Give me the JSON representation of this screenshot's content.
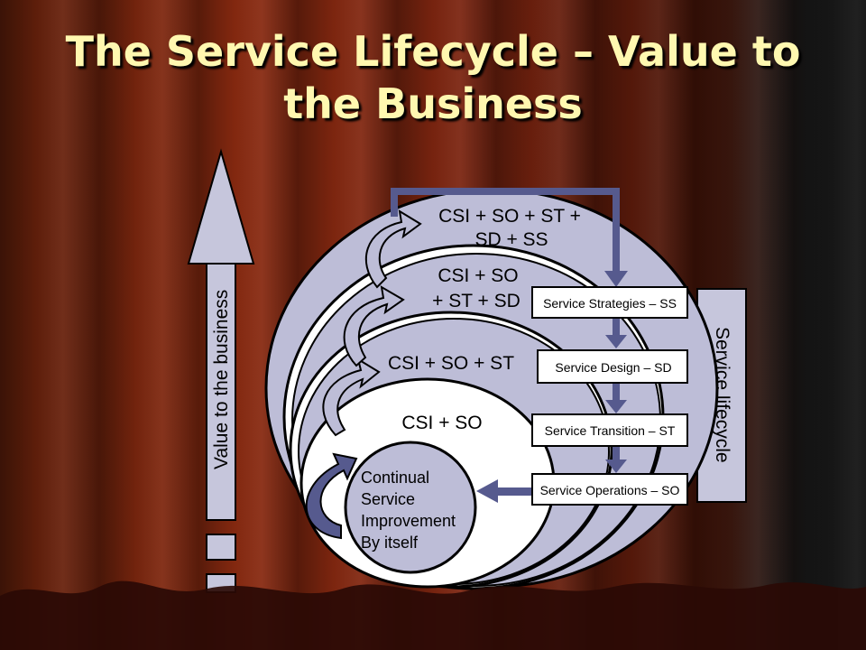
{
  "title": "The Service Lifecycle – Value to the Business",
  "value_axis_label": "Value to the business",
  "lifecycle_label": "Service lifecycle",
  "circles": [
    {
      "line1": "CSI +  SO + ST +",
      "line2": "SD + SS"
    },
    {
      "line1": "CSI +  SO",
      "line2": "+ ST + SD"
    },
    {
      "line1": "CSI + SO + ST"
    },
    {
      "line1": "CSI + SO"
    }
  ],
  "core": [
    "Continual",
    "Service",
    "Improvement",
    "By itself"
  ],
  "stages": [
    "Service Strategies – SS",
    "Service Design – SD",
    "Service Transition – ST",
    "Service Operations – SO"
  ],
  "colors": {
    "title": "#fff8b0",
    "ring": "#bdbdd7",
    "arrow": "#565a8e",
    "panel": "#c6c6dc"
  }
}
